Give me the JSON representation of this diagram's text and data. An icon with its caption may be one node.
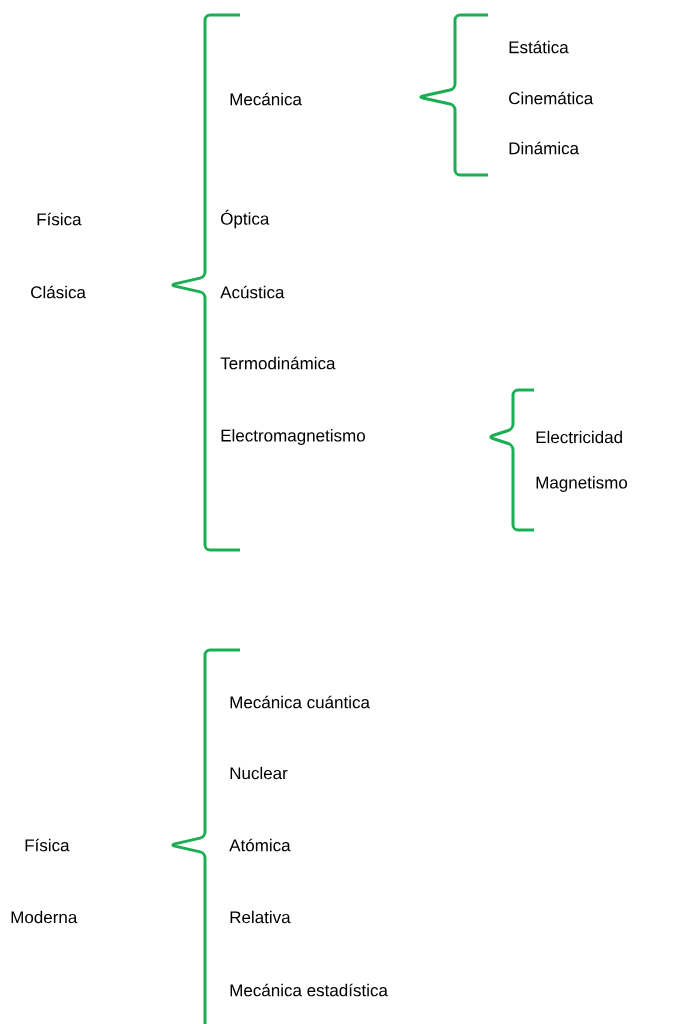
{
  "diagram": {
    "labels": [
      "Estática",
      "Mecánica",
      "Cinemática",
      "Dinámica",
      "Física",
      "Óptica",
      "Clásica",
      "Acústica",
      "Termodinámica",
      "Electromagnetismo",
      "Electricidad",
      "Magnetismo",
      "Mecánica cuántica",
      "Nuclear",
      "Física",
      "Atómica",
      "Moderna",
      "Relativa",
      "Mecánica estadística"
    ]
  }
}
